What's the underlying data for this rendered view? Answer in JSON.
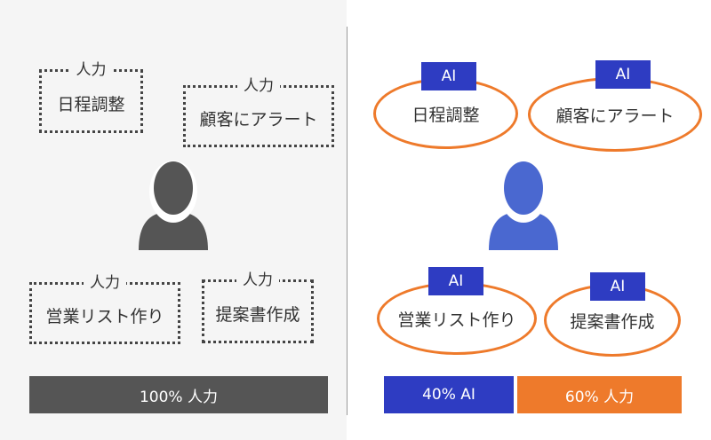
{
  "colors": {
    "left_panel_bg": "#f5f5f5",
    "human_gray": "#555555",
    "ai_blue": "#2e3cc2",
    "person_blue": "#4a68d0",
    "human_orange": "#ee7a2b"
  },
  "left": {
    "tasks": [
      {
        "label": "人力",
        "text": "日程調整"
      },
      {
        "label": "人力",
        "text": "顧客にアラート"
      },
      {
        "label": "人力",
        "text": "営業リスト作り"
      },
      {
        "label": "人力",
        "text": "提案書作成"
      }
    ],
    "bar": {
      "text": "100% 人力",
      "fraction": 1.0
    }
  },
  "right": {
    "tasks": [
      {
        "tag": "AI",
        "text": "日程調整"
      },
      {
        "tag": "AI",
        "text": "顧客にアラート"
      },
      {
        "tag": "AI",
        "text": "営業リスト作り"
      },
      {
        "tag": "AI",
        "text": "提案書作成"
      }
    ],
    "bars": [
      {
        "text": "40% AI",
        "fraction": 0.4
      },
      {
        "text": "60% 人力",
        "fraction": 0.6
      }
    ]
  },
  "icons": {
    "left_person": "person-icon",
    "right_person": "person-icon"
  }
}
